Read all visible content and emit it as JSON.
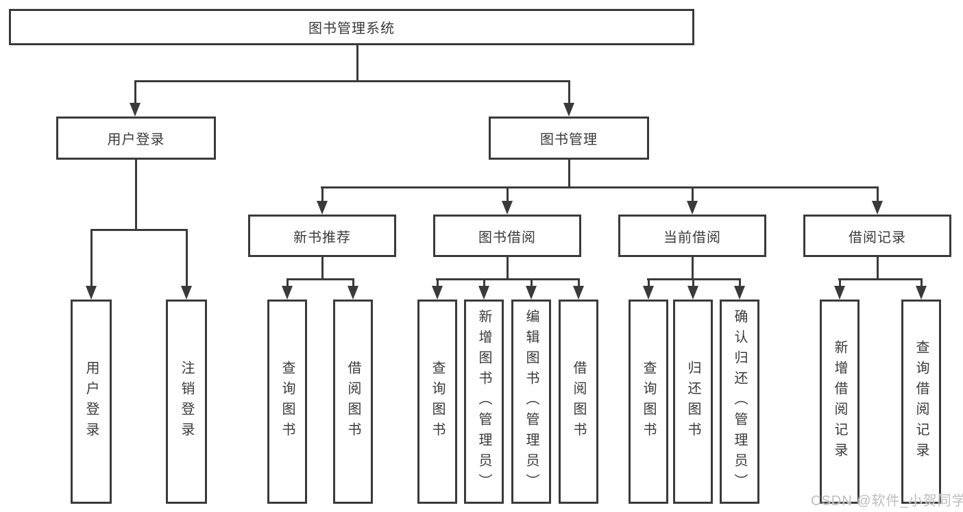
{
  "tree": {
    "label": "图书管理系统",
    "children": [
      {
        "label": "用户登录",
        "children": [
          {
            "label": "用户登录"
          },
          {
            "label": "注销登录"
          }
        ]
      },
      {
        "label": "图书管理",
        "children": [
          {
            "label": "新书推荐",
            "children": [
              {
                "label": "查询图书"
              },
              {
                "label": "借阅图书"
              }
            ]
          },
          {
            "label": "图书借阅",
            "children": [
              {
                "label": "查询图书"
              },
              {
                "label": "新增图书（管理员）"
              },
              {
                "label": "编辑图书（管理员）"
              },
              {
                "label": "借阅图书"
              }
            ]
          },
          {
            "label": "当前借阅",
            "children": [
              {
                "label": "查询图书"
              },
              {
                "label": "归还图书"
              },
              {
                "label": "确认归还（管理员）"
              }
            ]
          },
          {
            "label": "借阅记录",
            "children": [
              {
                "label": "新增借阅记录"
              },
              {
                "label": "查询借阅记录"
              }
            ]
          }
        ]
      }
    ]
  },
  "watermark": {
    "text": "CSDN @软件_小贺同学"
  },
  "colors": {
    "line": "#3a3a3a",
    "text": "#3a3a3a",
    "background": "#ffffff",
    "watermark": "#bdbdbd"
  }
}
